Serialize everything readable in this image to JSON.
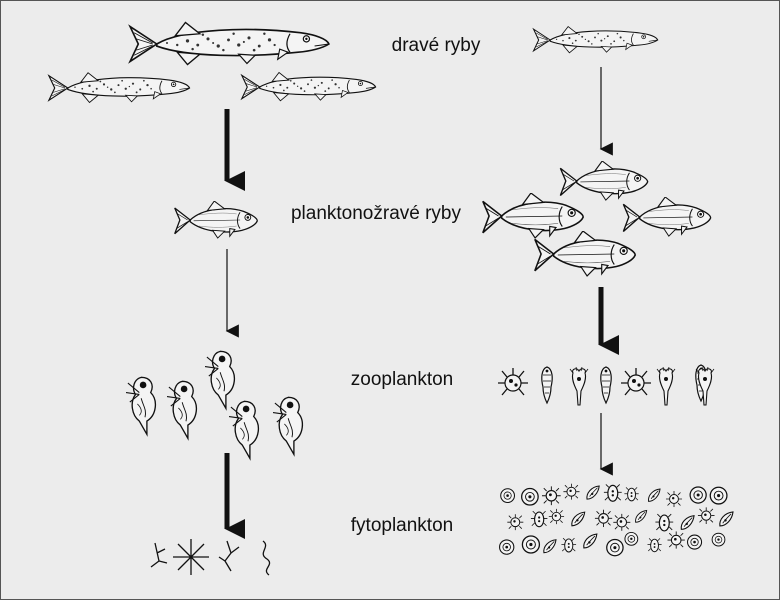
{
  "levels": [
    {
      "label": "dravé ryby"
    },
    {
      "label": "planktonožravé ryby"
    },
    {
      "label": "zooplankton"
    },
    {
      "label": "fytoplankton"
    }
  ],
  "colors": {
    "ink": "#111111",
    "paper": "#ececec",
    "fish_fill": "#f4f4f4",
    "arrow": "#111111"
  },
  "icons": [
    "pike-fish-icon",
    "roach-fish-icon",
    "daphnia-icon",
    "copepod-icon",
    "rotifer-icon",
    "phytoplankton-cell-icon"
  ]
}
